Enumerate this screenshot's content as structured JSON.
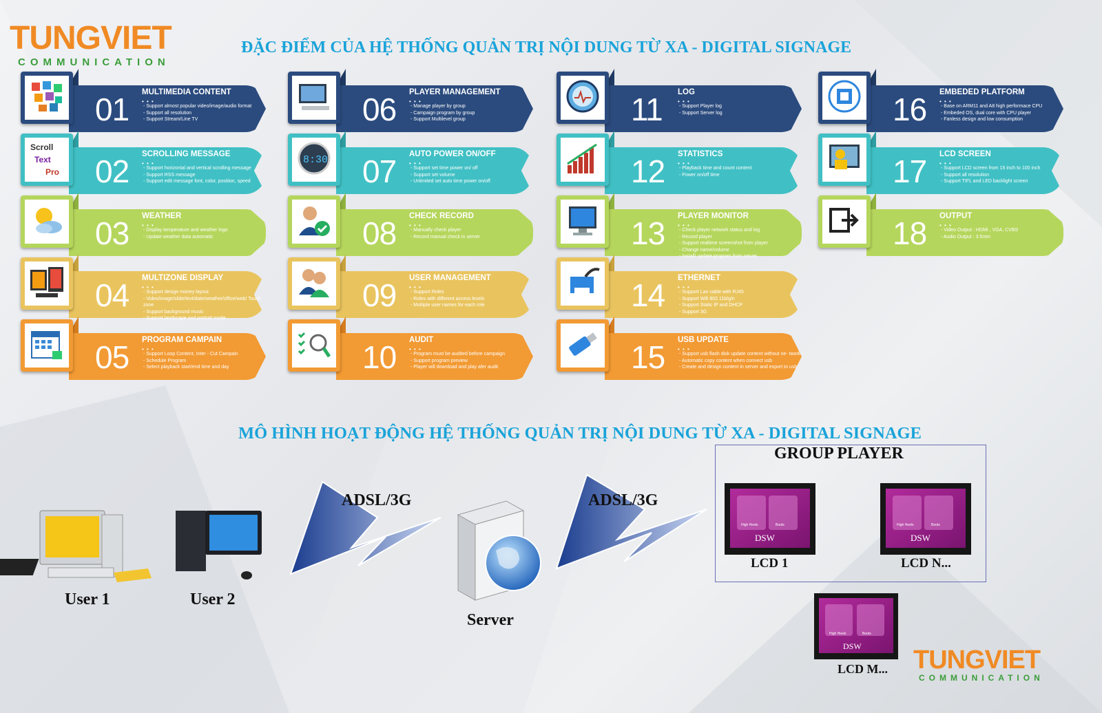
{
  "logo": {
    "main": "TUNGVIET",
    "sub": "COMMUNICATION"
  },
  "title_features": "ĐẶC ĐIỂM CỦA HỆ THỐNG QUẢN TRỊ NỘI DUNG TỪ XA - DIGITAL SIGNAGE",
  "title_model": "MÔ HÌNH HOẠT ĐỘNG HỆ THỐNG QUẢN TRỊ NỘI DUNG TỪ XA - DIGITAL SIGNAGE",
  "colors": {
    "blue": "#2b4b7e",
    "teal": "#40c0c4",
    "green": "#b5d65c",
    "yellow": "#e9c45e",
    "orange": "#f29a33",
    "title": "#1aa3d9",
    "logo": "#f08a24",
    "logo_sub": "#3a9d3a"
  },
  "features": [
    {
      "num": "01",
      "title": "MULTIMEDIA CONTENT",
      "icon": "multimedia-icon",
      "color": "blue",
      "items": [
        "- Support almost popular video/image/audio format",
        "- Support all resolution",
        "- Support Stream/Line TV"
      ]
    },
    {
      "num": "02",
      "title": "SCROLLING MESSAGE",
      "icon": "scroll-text-icon",
      "color": "teal",
      "items": [
        "- Support horizontal and vertical scrolling message",
        "- Support RSS message",
        "- Support edit message font, color, position, speed"
      ]
    },
    {
      "num": "03",
      "title": "WEATHER",
      "icon": "weather-icon",
      "color": "green",
      "items": [
        "- Display temperature and weather logo",
        "- Update weather data automatic"
      ]
    },
    {
      "num": "04",
      "title": "MULTIZONE DISPLAY",
      "icon": "multizone-icon",
      "color": "yellow",
      "items": [
        "- Support design money layout",
        "- Video/image/slide/text/date/weather/office/web/ Touch zone",
        "- Support background music",
        "- Support landscape and portrait mode"
      ]
    },
    {
      "num": "05",
      "title": "PROGRAM CAMPAIN",
      "icon": "calendar-icon",
      "color": "orange",
      "items": [
        "- Support Loop Content, Inter - Cut Campain",
        "- Schedule Program",
        "- Select playback start/end time and day"
      ]
    },
    {
      "num": "06",
      "title": "PLAYER MANAGEMENT",
      "icon": "player-devices-icon",
      "color": "blue",
      "items": [
        "- Manage player by group",
        "- Campaign program by group",
        "- Support Multilevel group"
      ]
    },
    {
      "num": "07",
      "title": "AUTO POWER ON/OFF",
      "icon": "digital-clock-icon",
      "color": "teal",
      "items": [
        "- Support set time power on/ off",
        "- Support set volume",
        "- Unlimited set auto time power on/off"
      ]
    },
    {
      "num": "08",
      "title": "CHECK RECORD",
      "icon": "user-check-icon",
      "color": "green",
      "items": [
        "- Manually check player",
        "- Record manual check in server"
      ]
    },
    {
      "num": "09",
      "title": "USER MANAGEMENT",
      "icon": "users-icon",
      "color": "yellow",
      "items": [
        "- Support Roles",
        "- Roles with different access levels",
        "- Multiple user names for each role"
      ]
    },
    {
      "num": "10",
      "title": "AUDIT",
      "icon": "audit-checklist-icon",
      "color": "orange",
      "items": [
        "- Program must be audited before campaign",
        "- Support program preview",
        "- Player will download and play afer audit"
      ]
    },
    {
      "num": "11",
      "title": "LOG",
      "icon": "log-gauge-icon",
      "color": "blue",
      "items": [
        "- Support Player log",
        "- Support Server log"
      ]
    },
    {
      "num": "12",
      "title": "STATISTICS",
      "icon": "bar-chart-icon",
      "color": "teal",
      "items": [
        "- Playback time and count content",
        "- Power on/off time"
      ]
    },
    {
      "num": "13",
      "title": "PLAYER MONITOR",
      "icon": "monitor-icon",
      "color": "green",
      "items": [
        "- Check player network status and log",
        "- Record player",
        "- Support realtime screenshot from player",
        "- Change name/volume",
        "- Install/ update program from server"
      ]
    },
    {
      "num": "14",
      "title": "ETHERNET",
      "icon": "ethernet-plug-icon",
      "color": "yellow",
      "items": [
        "- Support Lan cable with RJ45",
        "- Support Wifi 802.11b/g/n",
        "- Support Static IP and DHCP",
        "- Support 3G"
      ]
    },
    {
      "num": "15",
      "title": "USB UPDATE",
      "icon": "usb-icon",
      "color": "orange",
      "items": [
        "- Support usb flash disk update content without ne- twork",
        "- Automatic copy content when connect usb",
        "- Create and design content in server and export to usb"
      ]
    },
    {
      "num": "16",
      "title": "EMBEDED PLATFORM",
      "icon": "chip-icon",
      "color": "blue",
      "items": [
        "- Base on ARM11 and A8 high performace CPU",
        "- Embeded OS, dual core with CPU player",
        "- Fanless design and low consumption"
      ]
    },
    {
      "num": "17",
      "title": "LCD SCREEN",
      "icon": "lcd-screen-icon",
      "color": "teal",
      "items": [
        "- Support LCD screen from 15 inch to 100 inch",
        "- Support all resolution",
        "- Support TIFL and LED backlight screen"
      ]
    },
    {
      "num": "18",
      "title": "OUTPUT",
      "icon": "output-icon",
      "color": "green",
      "items": [
        "- Video Output : HDMI , VGA, CVBS",
        "- Audio Output : 3.5mm"
      ]
    }
  ],
  "diagram": {
    "users": [
      "User 1",
      "User 2"
    ],
    "links": [
      "ADSL/3G",
      "ADSL/3G"
    ],
    "server": "Server",
    "group_title": "GROUP PLAYER",
    "lcds": [
      "LCD 1",
      "LCD N...",
      "LCD M..."
    ],
    "screen_labels": {
      "left": "High Heels",
      "right": "Boots",
      "brand": "DSW"
    }
  }
}
